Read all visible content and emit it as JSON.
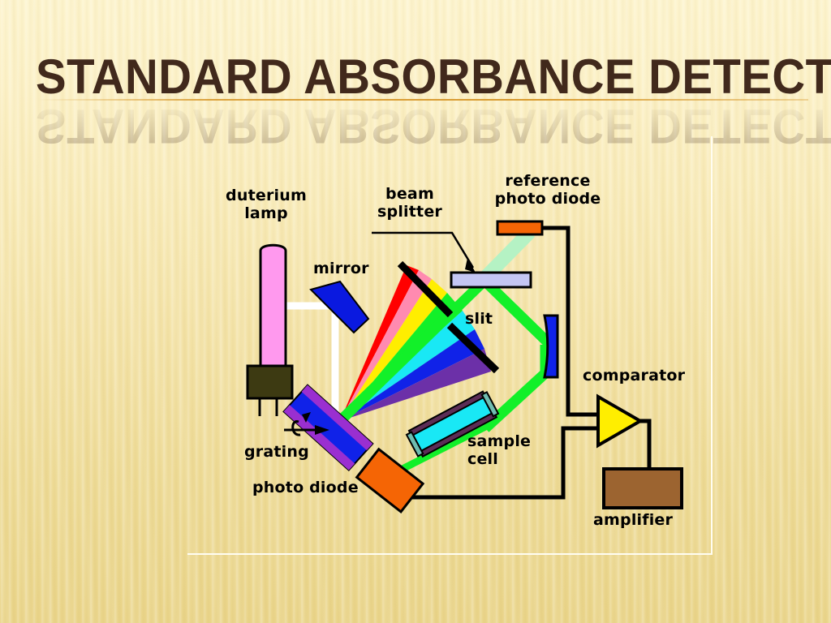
{
  "slide": {
    "title": "STANDARD ABSORBANCE DETECTOR",
    "background_color": "#f5e7ae",
    "title_color": "#41291c",
    "accent_rule_color": "#d69628",
    "deco_line_color": "#fffdf2"
  },
  "diagram": {
    "name": "standard-absorbance-detector-optical-schematic",
    "labels": {
      "deuterium_lamp": "duterium\nlamp",
      "mirror": "mirror",
      "beam_splitter": "beam\nsplitter",
      "reference_photo_diode": "reference\nphoto diode",
      "slit": "slit",
      "grating": "grating",
      "photo_diode": "photo diode",
      "sample_cell": "sample\ncell",
      "comparator": "comparator",
      "amplifier": "amplifier"
    },
    "colors": {
      "lamp_tube": "#ff99ee",
      "lamp_base": "#3d3a12",
      "mirror": "#0a19e0",
      "grating_blue": "#1022e8",
      "grating_purple": "#9a2fd0",
      "beam_splitter": "#c4c6f4",
      "reference_diode": "#f56505",
      "photo_diode": "#f56505",
      "sample_cell_body": "#5c2d56",
      "sample_cell_fill": "#19e8f5",
      "sample_cell_cap": "#6fbcb0",
      "comparator": "#ffee00",
      "amplifier": "#9c6430",
      "beam_green": "#12f029",
      "beam_white": "#ffffff",
      "beam_pale_green": "#b5f2c4",
      "wire": "#000000",
      "slit_bar": "#000000"
    },
    "spectrum_colors": [
      "#ff0000",
      "#ff8ab0",
      "#ffee00",
      "#12f029",
      "#19e8f5",
      "#1022e8",
      "#6c30a8"
    ],
    "components": [
      {
        "id": "duterium-lamp",
        "label": "duterium lamp",
        "shape": "rounded-tube-with-base"
      },
      {
        "id": "mirror",
        "label": "mirror",
        "shape": "curved-blue-bar"
      },
      {
        "id": "grating",
        "label": "grating",
        "shape": "angled-blue-purple-bar"
      },
      {
        "id": "spectrum-fan",
        "label": "dispersed spectrum",
        "shape": "rainbow-fan"
      },
      {
        "id": "slit",
        "label": "slit",
        "shape": "two-black-bars-with-gap"
      },
      {
        "id": "beam-splitter",
        "label": "beam splitter",
        "shape": "lavender-horizontal-bar"
      },
      {
        "id": "reference-photo-diode",
        "label": "reference photo diode",
        "shape": "orange-horizontal-bar"
      },
      {
        "id": "right-mirror",
        "label": "mirror",
        "shape": "vertical-blue-bar"
      },
      {
        "id": "sample-cell",
        "label": "sample cell",
        "shape": "diagonal-cuvette"
      },
      {
        "id": "photo-diode",
        "label": "photo diode",
        "shape": "orange-angled-rectangle"
      },
      {
        "id": "comparator",
        "label": "comparator",
        "shape": "yellow-triangle-opamp"
      },
      {
        "id": "amplifier",
        "label": "amplifier",
        "shape": "brown-rectangle"
      }
    ]
  }
}
